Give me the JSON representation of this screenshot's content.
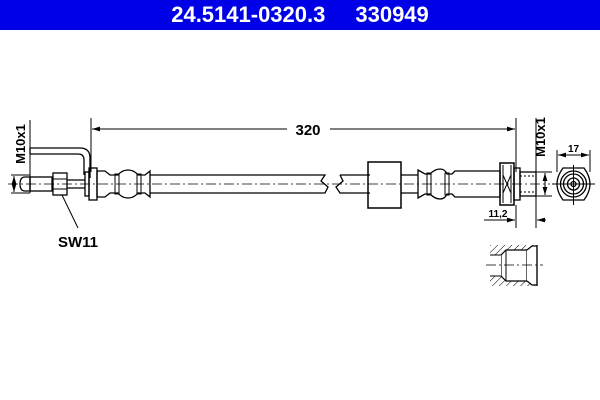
{
  "header": {
    "part_number": "24.5141-0320.3",
    "ref_number": "330949",
    "background_color": "#0000e6",
    "text_color": "#ffffff"
  },
  "drawing": {
    "type": "brake-hose-technical-drawing",
    "length_label": "320",
    "left_thread_label": "M10x1",
    "right_thread_label": "M10x1",
    "wrench_size_label": "SW11",
    "hex_across_flats_label": "17",
    "fitting_length_label": "11,2"
  }
}
